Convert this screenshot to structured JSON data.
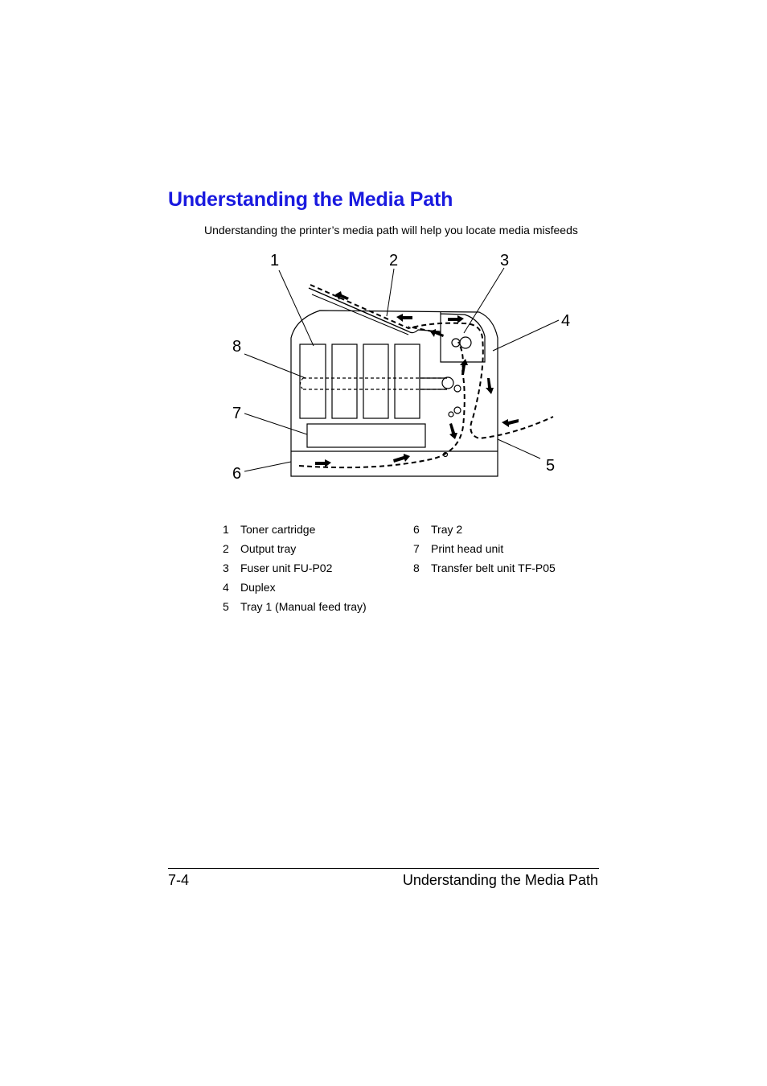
{
  "page": {
    "title": "Understanding the Media Path",
    "intro": "Understanding the printer’s media path will help you locate media misfeeds"
  },
  "diagram": {
    "callouts": [
      "1",
      "2",
      "3",
      "4",
      "5",
      "6",
      "7",
      "8"
    ]
  },
  "legend": {
    "items": [
      {
        "num": "1",
        "label": "Toner cartridge"
      },
      {
        "num": "2",
        "label": "Output tray"
      },
      {
        "num": "3",
        "label": "Fuser unit FU-P02"
      },
      {
        "num": "4",
        "label": "Duplex"
      },
      {
        "num": "5",
        "label": "Tray 1 (Manual feed tray)"
      },
      {
        "num": "6",
        "label": "Tray 2"
      },
      {
        "num": "7",
        "label": "Print head unit"
      },
      {
        "num": "8",
        "label": "Transfer belt unit TF-P05"
      }
    ]
  },
  "footer": {
    "page_number": "7-4",
    "section": "Understanding the Media Path"
  },
  "colors": {
    "heading": "#1a1adf"
  }
}
